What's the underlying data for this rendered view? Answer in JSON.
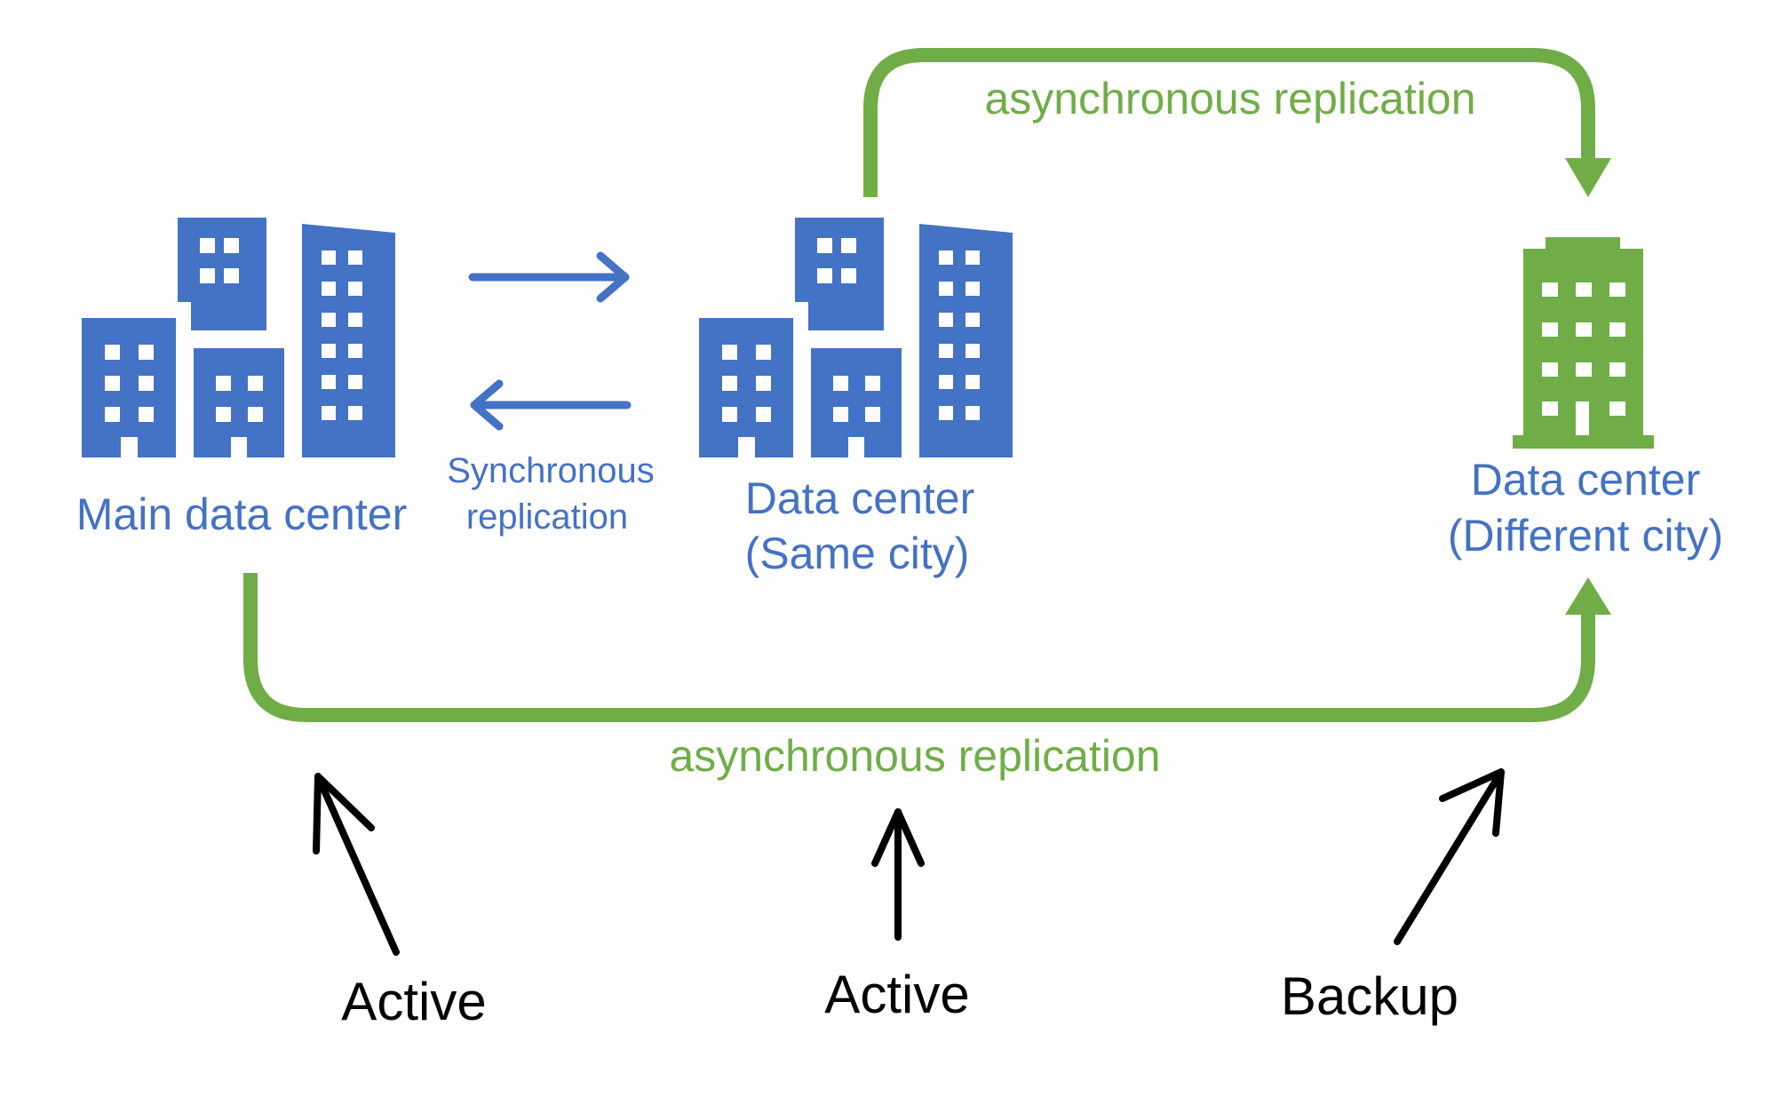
{
  "colors": {
    "blue": "#4472C4",
    "green": "#70AD47",
    "black": "#000000",
    "background": "#FFFFFF"
  },
  "nodes": {
    "main": {
      "label": "Main data center",
      "icon": "office-buildings-icon"
    },
    "same_city": {
      "label_line1": "Data center",
      "label_line2": "(Same city)",
      "icon": "office-buildings-icon"
    },
    "different_city": {
      "label_line1": "Data center",
      "label_line2": "(Different city)",
      "icon": "office-tower-icon"
    }
  },
  "edges": {
    "sync": {
      "label_line1": "Synchronous",
      "label_line2": "replication"
    },
    "async_top": {
      "label": "asynchronous replication"
    },
    "async_bottom": {
      "label": "asynchronous replication"
    }
  },
  "roles": {
    "main": "Active",
    "same_city": "Active",
    "different_city": "Backup"
  }
}
